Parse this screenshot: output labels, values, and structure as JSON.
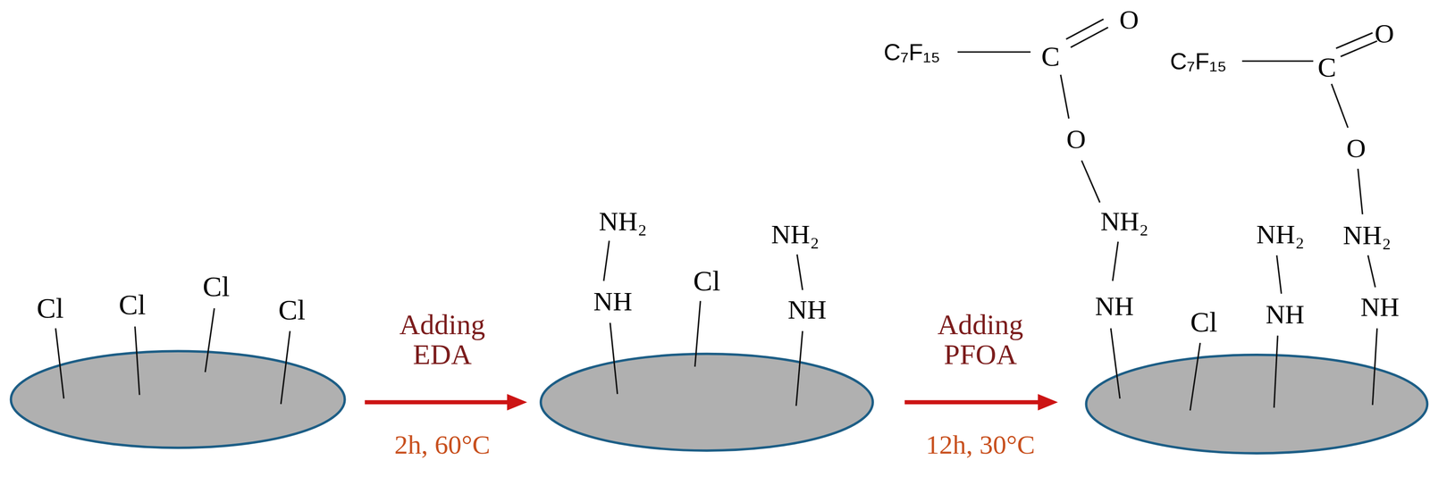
{
  "diagram": {
    "labels": [
      "Cl",
      "Cl",
      "Cl",
      "Cl",
      "Adding EDA",
      "2h, 60°C",
      "NH₂",
      "NH",
      "Cl",
      "NH₂",
      "NH",
      "Adding PFOA",
      "12h, 30°C",
      "C₇F₁₅",
      "C",
      "O",
      "O",
      "NH₂",
      "NH",
      "Cl",
      "NH₂",
      "NH",
      "C₇F₁₅",
      "C",
      "O",
      "O",
      "NH₂",
      "NH"
    ]
  }
}
